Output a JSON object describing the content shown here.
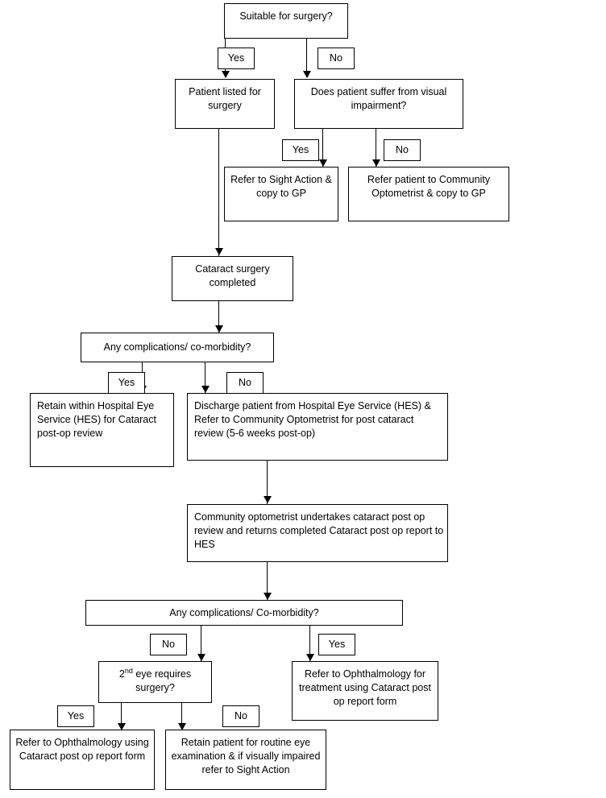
{
  "diagram": {
    "title": "Cataract surgery care pathway flowchart",
    "line_color": "#000000",
    "box_fill": "#ffffff",
    "background": "#ffffff"
  },
  "nodes": {
    "suitable_for_surgery": "Suitable for surgery?",
    "patient_listed": "Patient listed for surgery",
    "visual_impairment": "Does patient suffer from visual impairment?",
    "refer_sight_action": "Refer to Sight Action & copy to GP",
    "refer_community_optom": "Refer patient to Community Optometrist & copy to GP",
    "cataract_completed": "Cataract surgery completed",
    "any_complications_1": "Any complications/ co-morbidity?",
    "retain_hes": "Retain within Hospital Eye Service (HES) for Cataract post-op review",
    "discharge_patient": "Discharge patient from Hospital Eye Service (HES) & Refer to Community Optometrist for post cataract review (5-6 weeks post-op)",
    "community_optom_review": "Community optometrist undertakes cataract post op review and returns completed Cataract post op report to HES",
    "any_complications_2": "Any complications/ Co-morbidity?",
    "second_eye_prefix": "2",
    "second_eye_sup": "nd",
    "second_eye_rest": " eye requires surgery?",
    "refer_ophth_treatment": "Refer to Ophthalmology for treatment using Cataract post op report form",
    "refer_ophth_form": "Refer to Ophthalmology using Cataract post op report form",
    "retain_routine": "Retain patient for routine eye examination & if visually impaired refer to Sight Action"
  },
  "edge_labels": {
    "yes_1": "Yes",
    "no_1": "No",
    "yes_2": "Yes",
    "no_2": "No",
    "yes_3": "Yes",
    "no_3": "No",
    "no_4": "No",
    "yes_4": "Yes",
    "yes_5": "Yes",
    "no_5": "No"
  }
}
